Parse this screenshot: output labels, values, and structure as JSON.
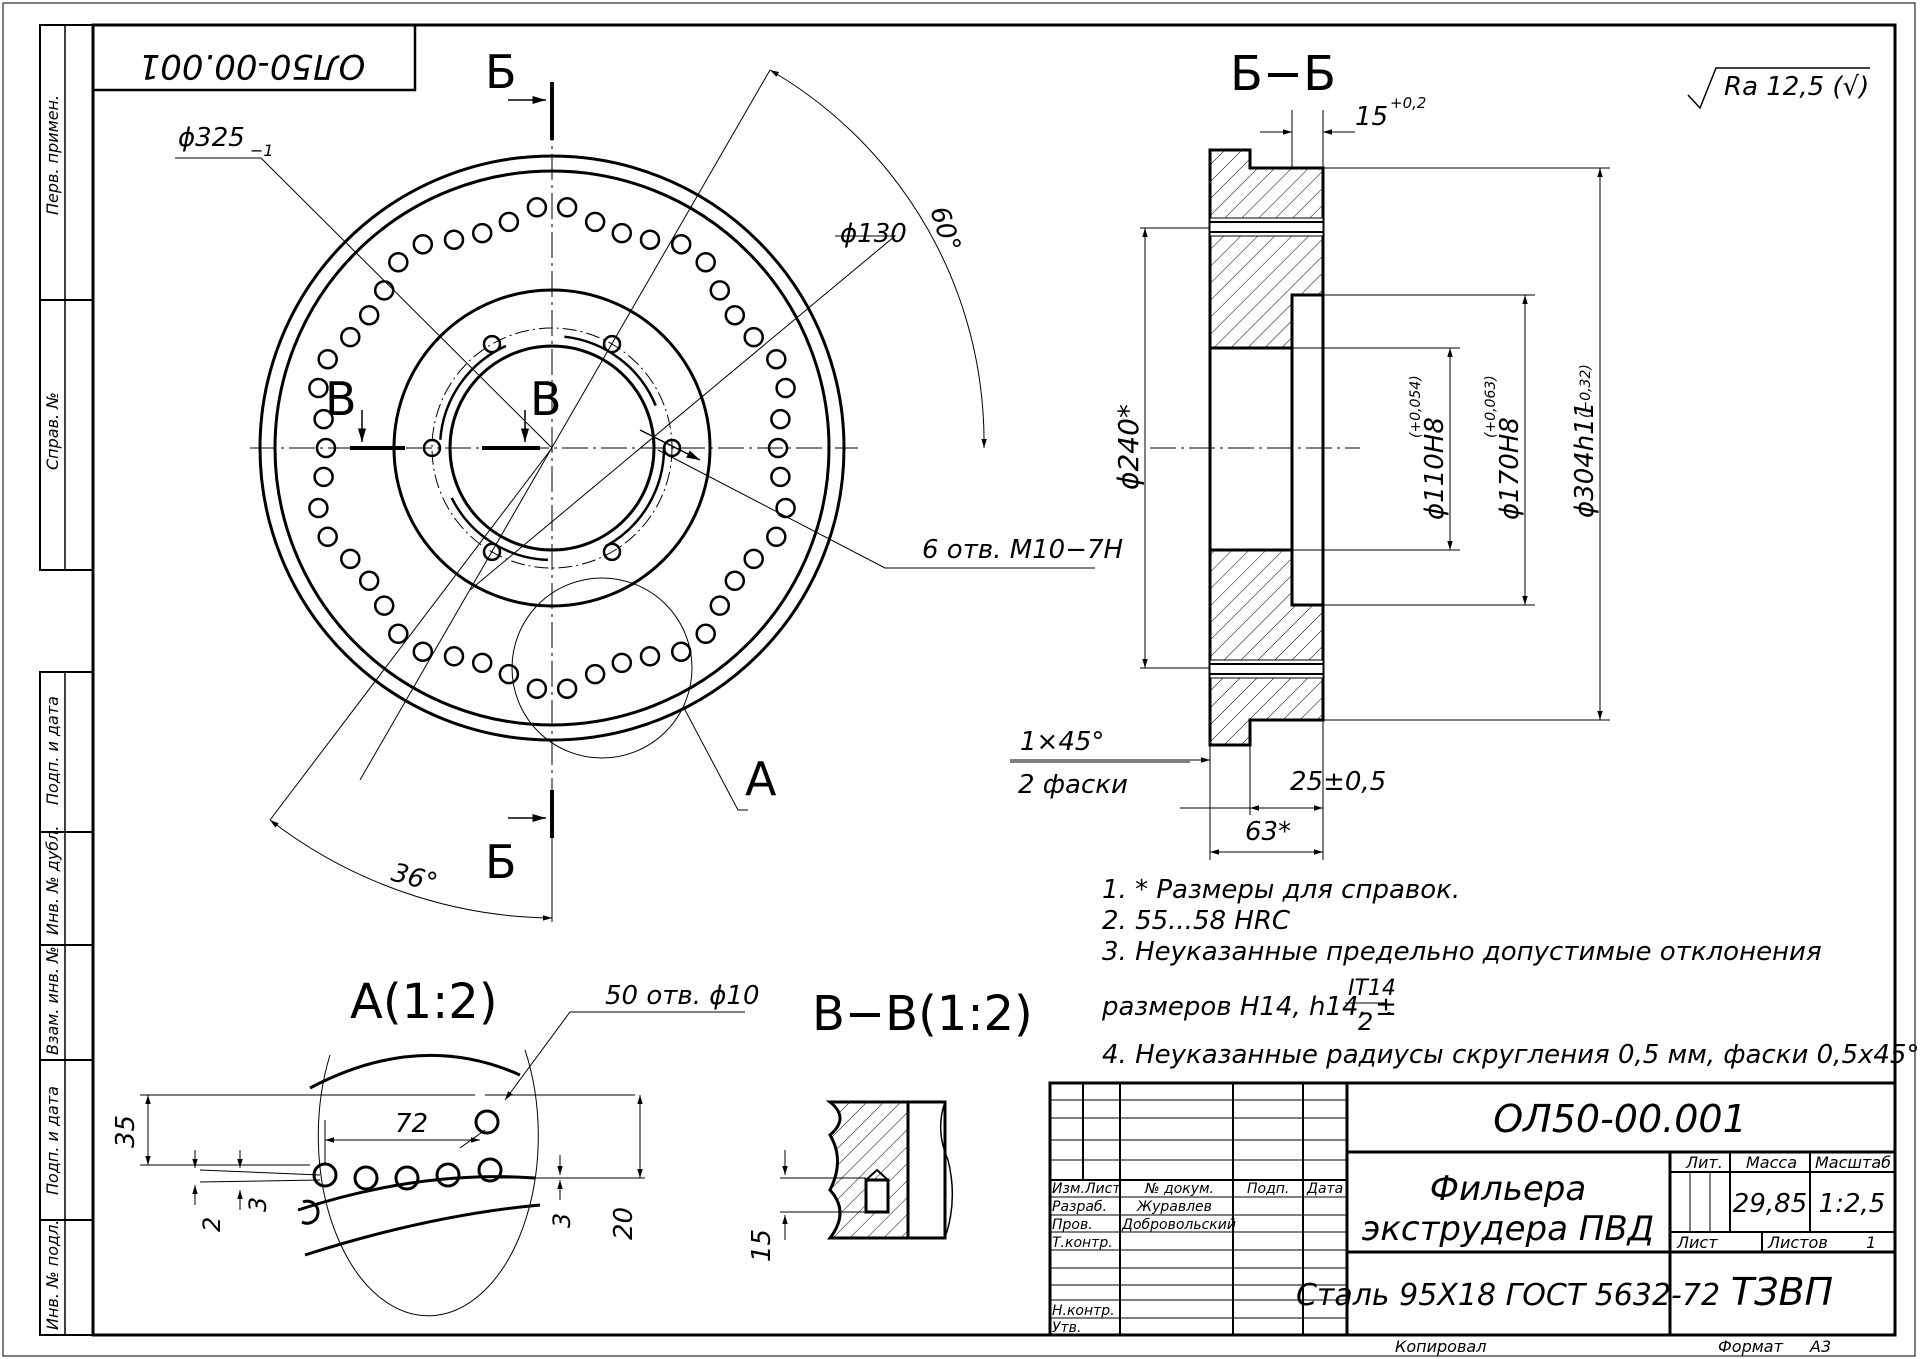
{
  "drawing": {
    "designation": "ОЛ50-00.001",
    "designation_stamp": "ОЛ50-00.001",
    "roughness": "Ra 12,5 (√)"
  },
  "views": {
    "main": {
      "section_letter_b": "Б",
      "section_letter_v": "В",
      "detail_letter": "А",
      "dims": {
        "outer_diameter": "ϕ325",
        "outer_diameter_tol": "−1",
        "center_diameter": "ϕ130",
        "angle_60": "60°",
        "angle_36": "36°",
        "threaded_holes": "6 отв. М10−7Н"
      }
    },
    "section_bb": {
      "title": "Б−Б",
      "dims": {
        "depth_15": "15",
        "depth_15_tol": "+0,2",
        "d240": "ϕ240*",
        "d110": "ϕ110Н8",
        "d110_tol": "(+0,054)",
        "d170": "ϕ170Н8",
        "d170_tol": "(+0,063)",
        "d304": "ϕ304h11",
        "d304_tol": "(−0,32)",
        "chamfer": "1×45°",
        "chamfer_note": "2 фаски",
        "w25": "25±0,5",
        "w63": "63*"
      }
    },
    "detail_a": {
      "title": "А(1:2)",
      "holes_note": "50 отв. ϕ10",
      "dims": {
        "d35": "35",
        "d72": "72",
        "d2": "2",
        "d3a": "3",
        "d3b": "3",
        "d20": "20"
      }
    },
    "section_vv": {
      "title": "В−В(1:2)",
      "dims": {
        "d15": "15"
      }
    }
  },
  "notes": [
    "1. * Размеры для справок.",
    "2. 55...58 HRC",
    "3. Неуказанные предельно допустимые отклонения",
    "4. Неуказанные радиусы скругления 0,5 мм, фаски 0,5х45°."
  ],
  "note3_tail": {
    "text": "размеров Н14, h14, ±",
    "frac_num": "IT14",
    "frac_den": "2",
    "frac_end": "."
  },
  "title_block": {
    "designation": "ОЛ50-00.001",
    "name_line1": "Фильера",
    "name_line2": "экструдера ПВД",
    "material": "Сталь 95Х18 ГОСТ 5632-72",
    "organization": "ТЗВП",
    "headers": {
      "izm": "Изм.",
      "list": "Лист",
      "doc": "№ докум.",
      "sign": "Подп.",
      "date": "Дата",
      "lit": "Лит.",
      "mass": "Масса",
      "scale": "Масштаб",
      "sheet": "Лист",
      "sheets": "Листов"
    },
    "mass_value": "29,85",
    "scale_value": "1:2,5",
    "sheets_value": "1",
    "roles": {
      "developer": "Разраб.",
      "checker": "Пров.",
      "tcontrol": "Т.контр.",
      "ncontrol": "Н.контр.",
      "approved": "Утв."
    },
    "people": {
      "developer": "Журавлев",
      "checker": "Добровольский"
    },
    "copied": "Копировал",
    "format_label": "Формат",
    "format_value": "А3"
  },
  "side_stamp": {
    "perv_primen": "Перв. примен.",
    "sprav_no": "Справ. №",
    "podp_data_1": "Подп. и дата",
    "inv_dubl": "Инв. № дубл.",
    "vzam_inv": "Взам. инв. №",
    "podp_data_2": "Подп. и дата",
    "inv_podl": "Инв. № подл."
  }
}
